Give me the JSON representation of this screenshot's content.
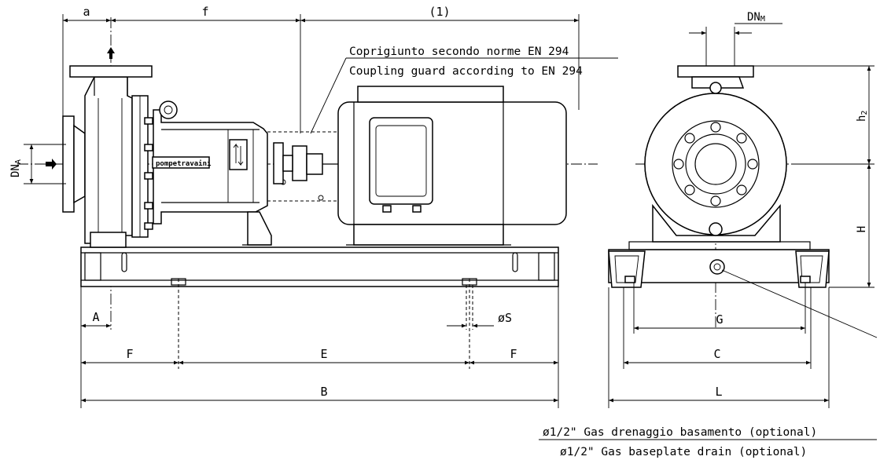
{
  "labels": {
    "a": "a",
    "f": "f",
    "motor_dim": "(1)",
    "dn_m": "DN",
    "dn_m_sub": "M",
    "dn_a": "DN",
    "dn_a_sub": "A",
    "h2": "h",
    "h2_sub": "2",
    "H": "H",
    "A": "A",
    "S": "øS",
    "F_left": "F",
    "E": "E",
    "F_right": "F",
    "B": "B",
    "G": "G",
    "C": "C",
    "L": "L"
  },
  "notes": {
    "guard_it": "Coprigiunto secondo norme EN 294",
    "guard_en": "Coupling guard according to EN 294",
    "drain_it": "ø1/2\" Gas drenaggio basamento (optional)",
    "drain_en": "ø1/2\" Gas baseplate drain (optional)"
  },
  "brand": {
    "logo_text": "pompetravaini"
  }
}
